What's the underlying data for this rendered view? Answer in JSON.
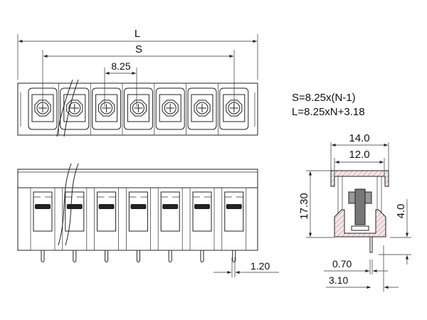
{
  "drawing": {
    "pole_count": 7,
    "dimensions": {
      "overall_length": "L",
      "pitch_span": "S",
      "pitch": "8.25",
      "pin_width": "1.20",
      "width_outer": "14.0",
      "width_inner": "12.0",
      "height": "17.30",
      "pin_length": "4.0",
      "pin_thickness": "0.70",
      "pin_offset": "3.10"
    },
    "formulas": {
      "s": "S=8.25x(N-1)",
      "l": "L=8.25xN+3.18"
    },
    "colors": {
      "line": "#222222",
      "hatch": "#c8a0a0"
    }
  }
}
